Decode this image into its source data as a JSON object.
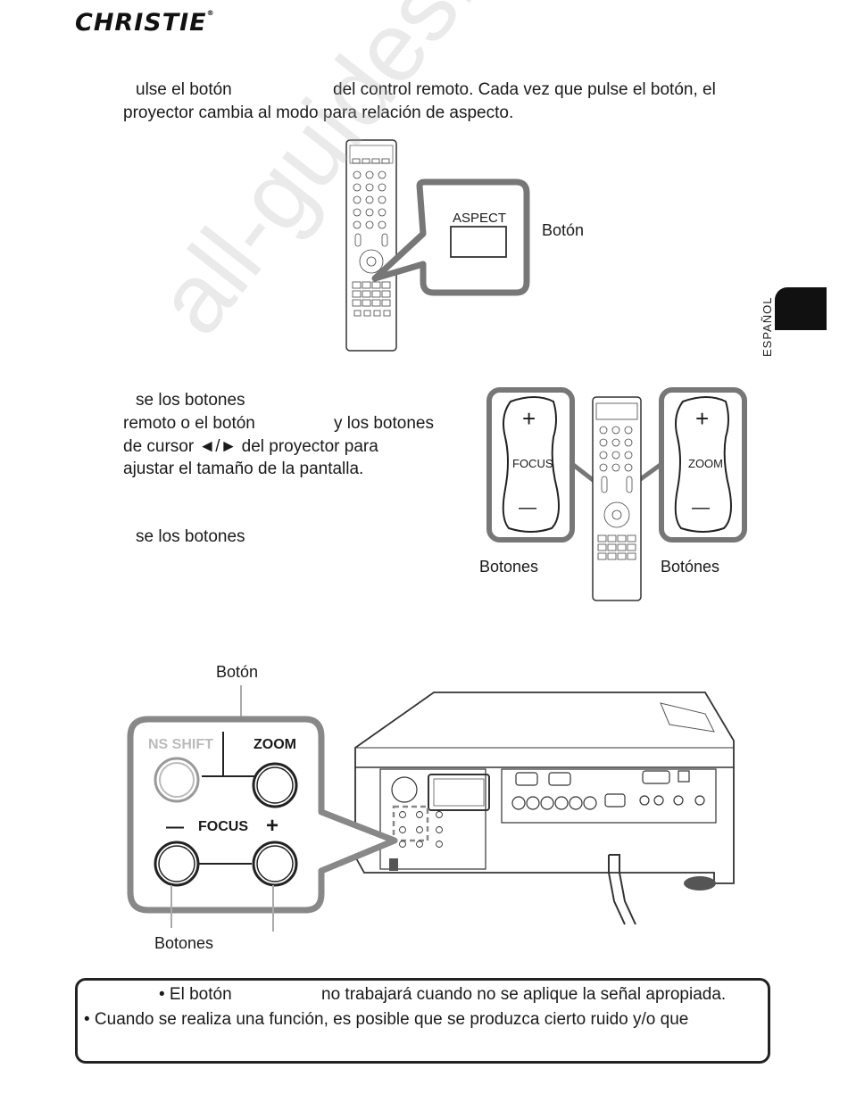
{
  "header": {
    "logo": "CHRISTIE",
    "logo_mark": "®"
  },
  "side_tab": {
    "language": "ESPAÑOL"
  },
  "section1": {
    "line1_a": "ulse el botón",
    "line1_b": "del control remoto. Cada vez que pulse el botón, el",
    "line2": "proyector cambia al modo para relación de aspecto.",
    "callout_button": "ASPECT",
    "callout_label": "Botón"
  },
  "section2": {
    "line1": "se los botones",
    "line2_a": "remoto o el botón",
    "line2_b": "y los botones",
    "line3": "de cursor ◄/► del proyector para",
    "line4": "ajustar el tamaño de la pantalla.",
    "line5": "se los botones",
    "focus_label": "FOCUS",
    "zoom_label": "ZOOM",
    "plus": "+",
    "minus": "—",
    "left_caption": "Botones",
    "right_caption": "Botónes"
  },
  "section3": {
    "top_label": "Botón",
    "shift_label": "NS SHIFT",
    "zoom_label": "ZOOM",
    "focus_label": "FOCUS",
    "minus": "—",
    "plus": "+",
    "bottom_label": "Botones"
  },
  "note": {
    "line1_a": "• El botón",
    "line1_b": "no trabajará cuando no se aplique la señal apropiada.",
    "line2": "• Cuando se realiza una función, es posible que se produzca cierto ruido y/o que"
  },
  "watermark": "all-guides.com"
}
